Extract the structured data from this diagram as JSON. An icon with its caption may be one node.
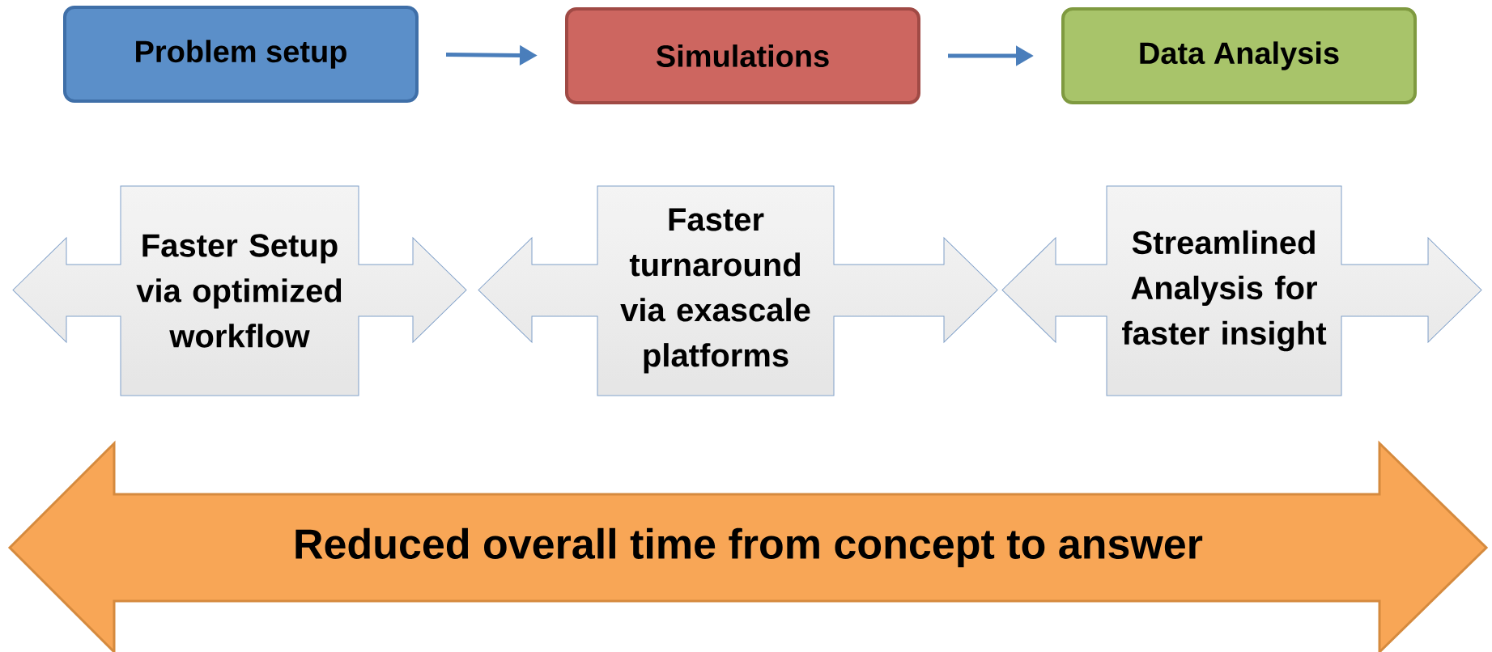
{
  "diagram": {
    "nodes": [
      {
        "text": [
          "Problem setup"
        ]
      },
      {
        "text": [
          "Simulations"
        ]
      },
      {
        "text": [
          "Data Analysis"
        ]
      },
      {
        "text": [
          "Faster Setup via optimized workflow"
        ]
      },
      {
        "text": [
          "Faster turnaround via exascale platforms"
        ]
      },
      {
        "text": [
          "Streamlined Analysis for faster insight"
        ]
      },
      {
        "text": [
          "Reduced overall time from concept to answer"
        ]
      }
    ],
    "edges": [
      {
        "from": 0,
        "to": 1,
        "arrow": "to"
      },
      {
        "from": 1,
        "to": 2,
        "arrow": "to"
      }
    ]
  }
}
